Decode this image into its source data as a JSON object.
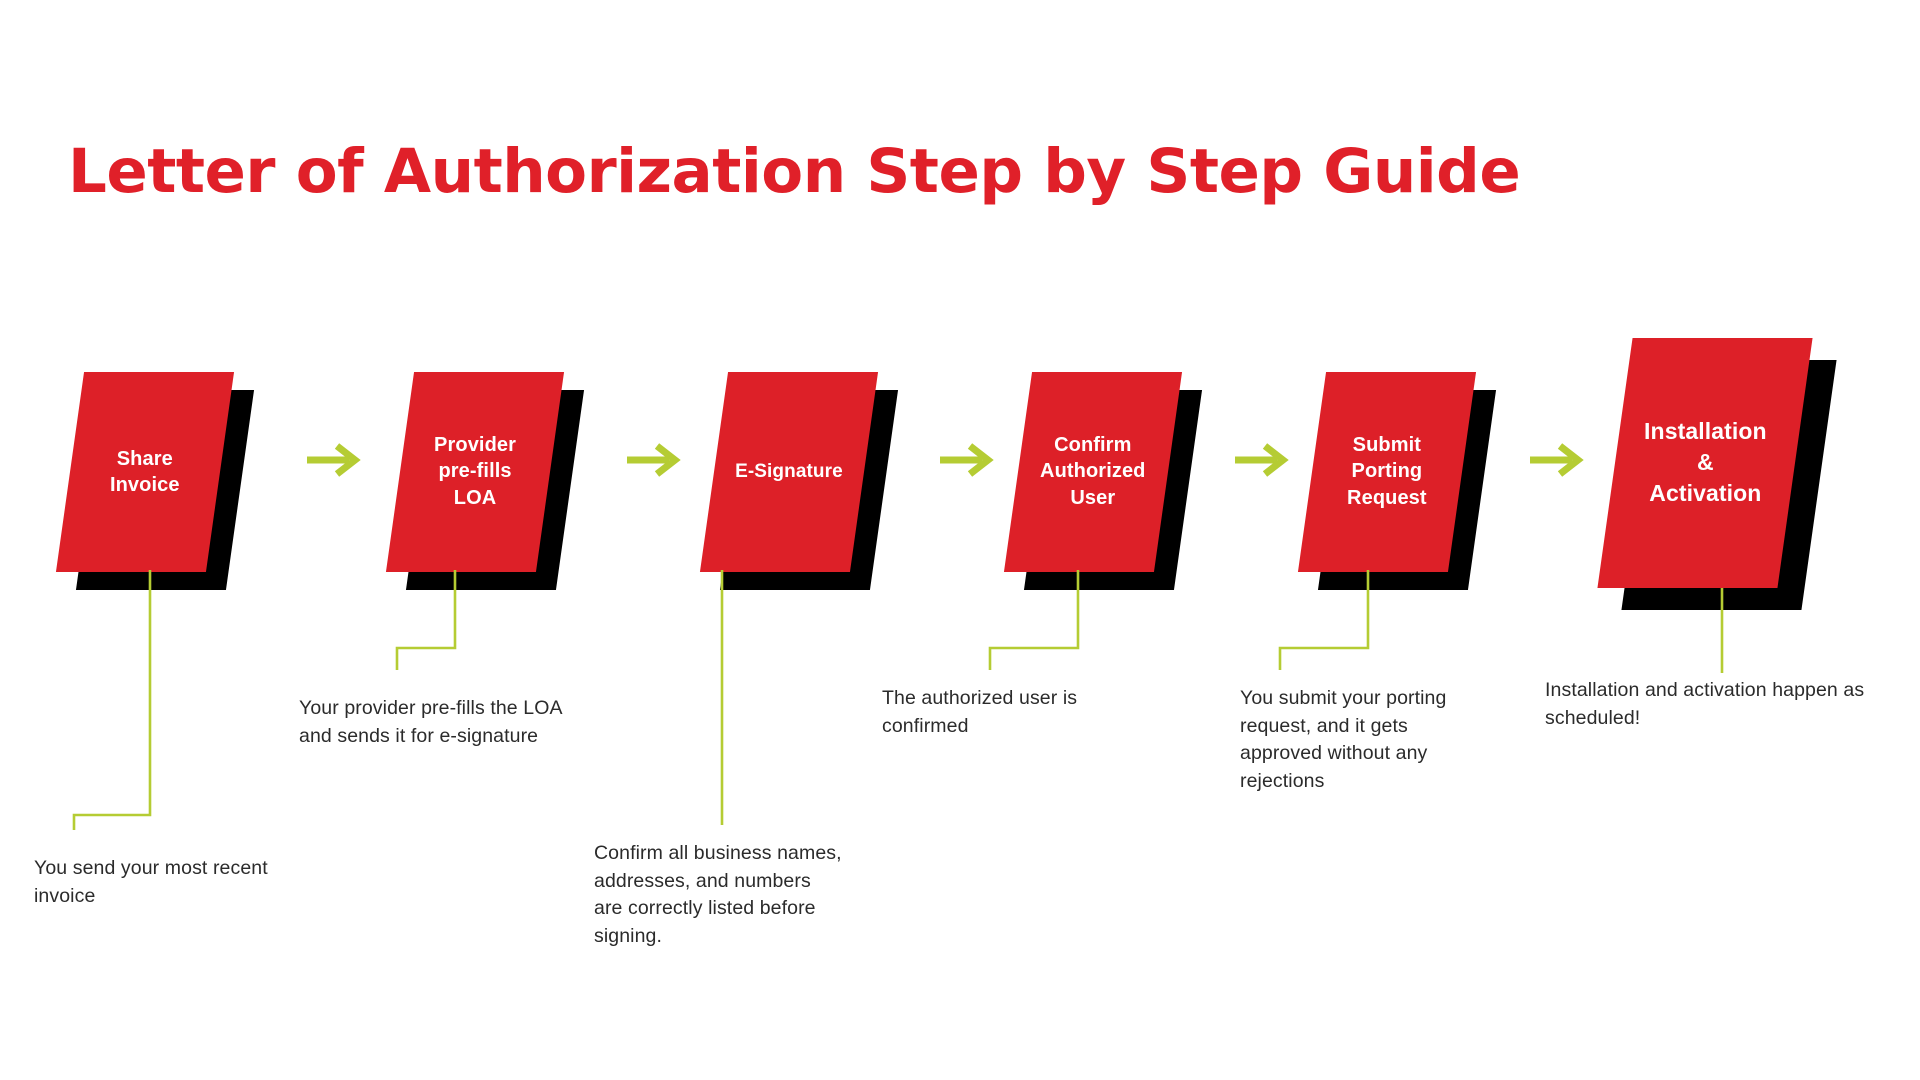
{
  "page": {
    "title": "Letter of Authorization Step by Step Guide",
    "background_color": "#FFFFFF"
  },
  "colors": {
    "brand_red": "#DD2028",
    "title_red": "#E02029",
    "accent_green": "#B5CC33",
    "shadow_black": "#000000",
    "body_text": "#2B2B2B",
    "box_text": "#FFFFFF"
  },
  "flow": {
    "type": "process-flow",
    "direction": "left-to-right",
    "arrow_icon": "arrow-right-icon",
    "steps": [
      {
        "index": 1,
        "label": "Share\nInvoice",
        "label_lines": [
          "Share",
          "Invoice"
        ],
        "callout": "You send your most recent invoice"
      },
      {
        "index": 2,
        "label": "Provider\npre-fills\nLOA",
        "label_lines": [
          "Provider",
          "pre-fills",
          "LOA"
        ],
        "callout": "Your provider pre-fills the LOA and sends it for e-signature"
      },
      {
        "index": 3,
        "label": "E-Signature",
        "label_lines": [
          "E-Signature"
        ],
        "callout": "Confirm all business names, addresses, and numbers are correctly listed before signing."
      },
      {
        "index": 4,
        "label": "Confirm\nAuthorized\nUser",
        "label_lines": [
          "Confirm",
          "Authorized",
          "User"
        ],
        "callout": "The authorized user is confirmed"
      },
      {
        "index": 5,
        "label": "Submit\nPorting\nRequest",
        "label_lines": [
          "Submit",
          "Porting",
          "Request"
        ],
        "callout": "You submit your porting request, and it gets approved without any rejections"
      },
      {
        "index": 6,
        "label": "Installation\n&\nActivation",
        "label_lines": [
          "Installation",
          "&",
          "Activation"
        ],
        "callout": "Installation and activation happen as scheduled!"
      }
    ]
  }
}
